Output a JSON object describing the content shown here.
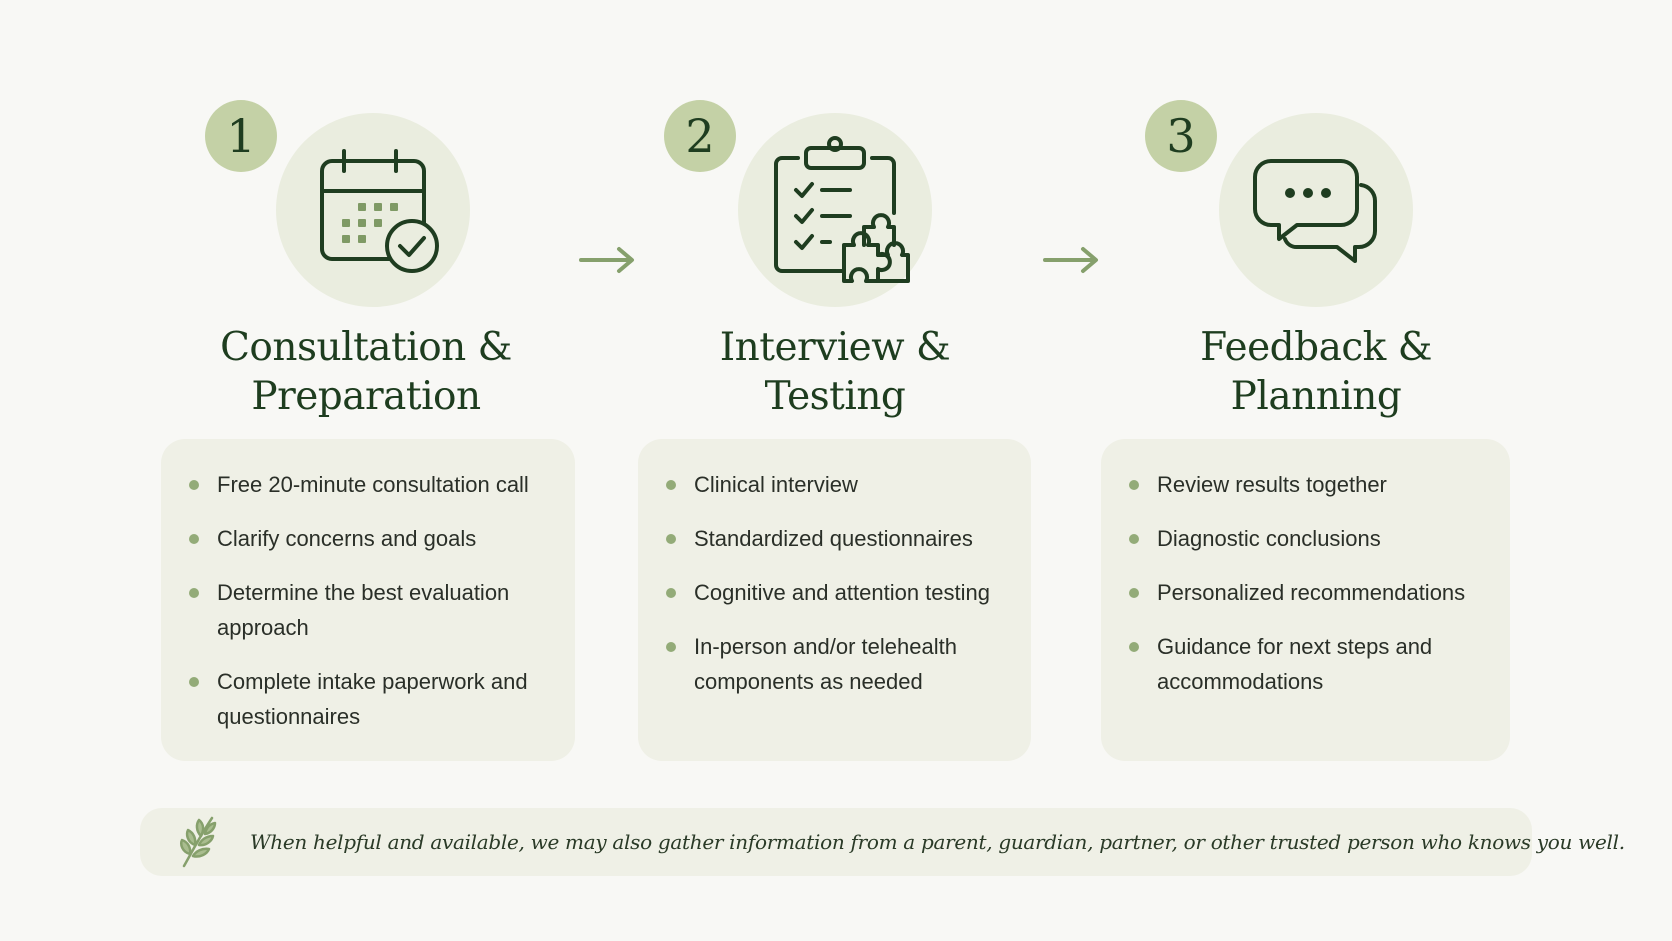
{
  "steps": [
    {
      "number": "1",
      "icon": "calendar-check-icon",
      "title_line1": "Consultation &",
      "title_line2": "Preparation",
      "items": [
        "Free 20-minute consultation call",
        "Clarify concerns and goals",
        "Determine the best evaluation approach",
        "Complete intake paperwork and questionnaires"
      ]
    },
    {
      "number": "2",
      "icon": "clipboard-puzzle-icon",
      "title_line1": "Interview &",
      "title_line2": "Testing",
      "items": [
        "Clinical interview",
        "Standardized questionnaires",
        "Cognitive and attention testing",
        "In-person and/or telehealth components as needed"
      ]
    },
    {
      "number": "3",
      "icon": "chat-bubbles-icon",
      "title_line1": "Feedback &",
      "title_line2": "Planning",
      "items": [
        "Review results together",
        "Diagnostic conclusions",
        "Personalized recommendations",
        "Guidance for next steps and accommodations"
      ]
    }
  ],
  "note": {
    "icon": "leaf-sprig-icon",
    "text": "When helpful and available, we may also gather information from a parent, guardian, partner, or other trusted person who knows you well."
  },
  "colors": {
    "background": "#f8f8f5",
    "card": "#eff0e6",
    "icon_circle": "#eaeddf",
    "badge": "#c4d1a6",
    "dark_green": "#1e3b1f",
    "accent_green": "#93ab78"
  }
}
